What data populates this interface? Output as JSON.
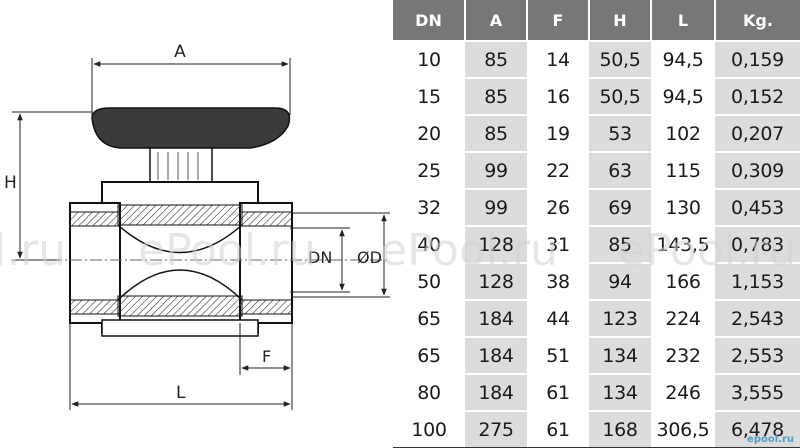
{
  "drawing": {
    "labels": {
      "a": "A",
      "h": "H",
      "dn": "DN",
      "od": "ØD",
      "f": "F",
      "l": "L"
    }
  },
  "table": {
    "headers": [
      "DN",
      "A",
      "F",
      "H",
      "L",
      "Kg."
    ],
    "rows": [
      [
        "10",
        "85",
        "14",
        "50,5",
        "94,5",
        "0,159"
      ],
      [
        "15",
        "85",
        "16",
        "50,5",
        "94,5",
        "0,152"
      ],
      [
        "20",
        "85",
        "19",
        "53",
        "102",
        "0,207"
      ],
      [
        "25",
        "99",
        "22",
        "63",
        "115",
        "0,309"
      ],
      [
        "32",
        "99",
        "26",
        "69",
        "130",
        "0,453"
      ],
      [
        "40",
        "128",
        "31",
        "85",
        "143,5",
        "0,783"
      ],
      [
        "50",
        "128",
        "38",
        "94",
        "166",
        "1,153"
      ],
      [
        "65",
        "184",
        "44",
        "123",
        "224",
        "2,543"
      ],
      [
        "65",
        "184",
        "51",
        "134",
        "232",
        "2,553"
      ],
      [
        "80",
        "184",
        "61",
        "134",
        "246",
        "3,555"
      ],
      [
        "100",
        "275",
        "61",
        "168",
        "306,5",
        "6,478"
      ]
    ]
  },
  "watermarks": [
    "l.ru",
    "ePool.ru",
    "ePool.ru",
    "ePool.ru"
  ],
  "brand": "epool.ru"
}
